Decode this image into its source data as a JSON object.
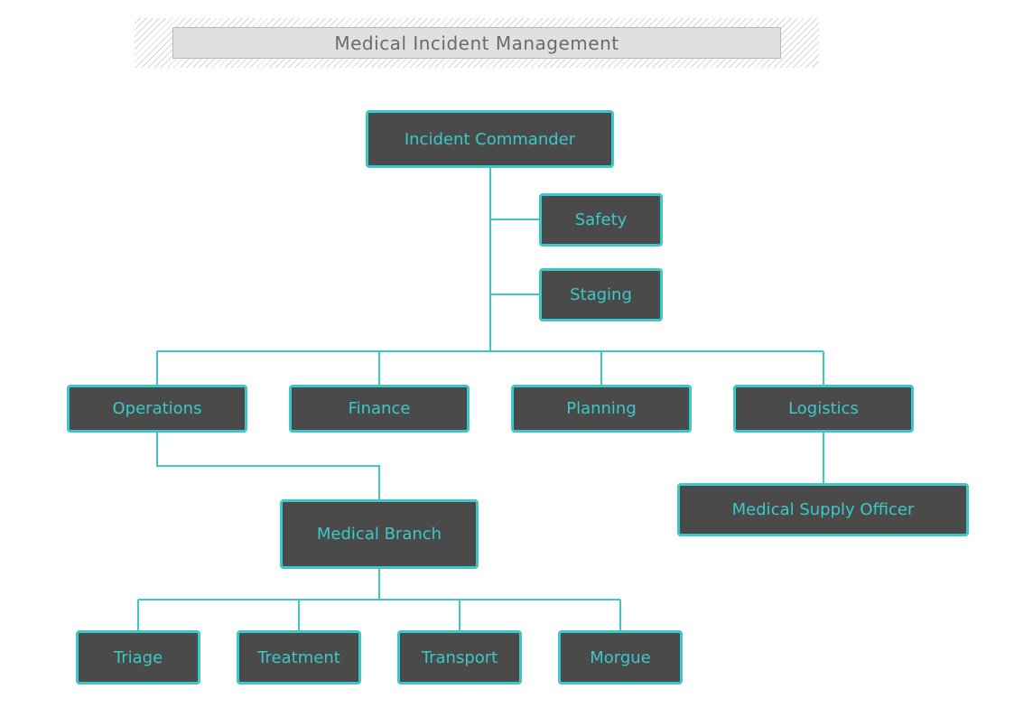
{
  "title": "Medical Incident Management",
  "colors": {
    "node_fill": "#4a4a4a",
    "node_border": "#3cc8c8",
    "node_text": "#3cc8c8",
    "connector": "#3cc8c8",
    "title_fill": "#e0e0e0",
    "title_text": "#6b6b6b"
  },
  "nodes": {
    "incident_commander": "Incident Commander",
    "safety": "Safety",
    "staging": "Staging",
    "operations": "Operations",
    "finance": "Finance",
    "planning": "Planning",
    "logistics": "Logistics",
    "medical_supply_officer": "Medical Supply Officer",
    "medical_branch": "Medical Branch",
    "triage": "Triage",
    "treatment": "Treatment",
    "transport": "Transport",
    "morgue": "Morgue"
  },
  "relationships": [
    [
      "incident_commander",
      "safety"
    ],
    [
      "incident_commander",
      "staging"
    ],
    [
      "incident_commander",
      "operations"
    ],
    [
      "incident_commander",
      "finance"
    ],
    [
      "incident_commander",
      "planning"
    ],
    [
      "incident_commander",
      "logistics"
    ],
    [
      "logistics",
      "medical_supply_officer"
    ],
    [
      "operations",
      "medical_branch"
    ],
    [
      "medical_branch",
      "triage"
    ],
    [
      "medical_branch",
      "treatment"
    ],
    [
      "medical_branch",
      "transport"
    ],
    [
      "medical_branch",
      "morgue"
    ]
  ]
}
